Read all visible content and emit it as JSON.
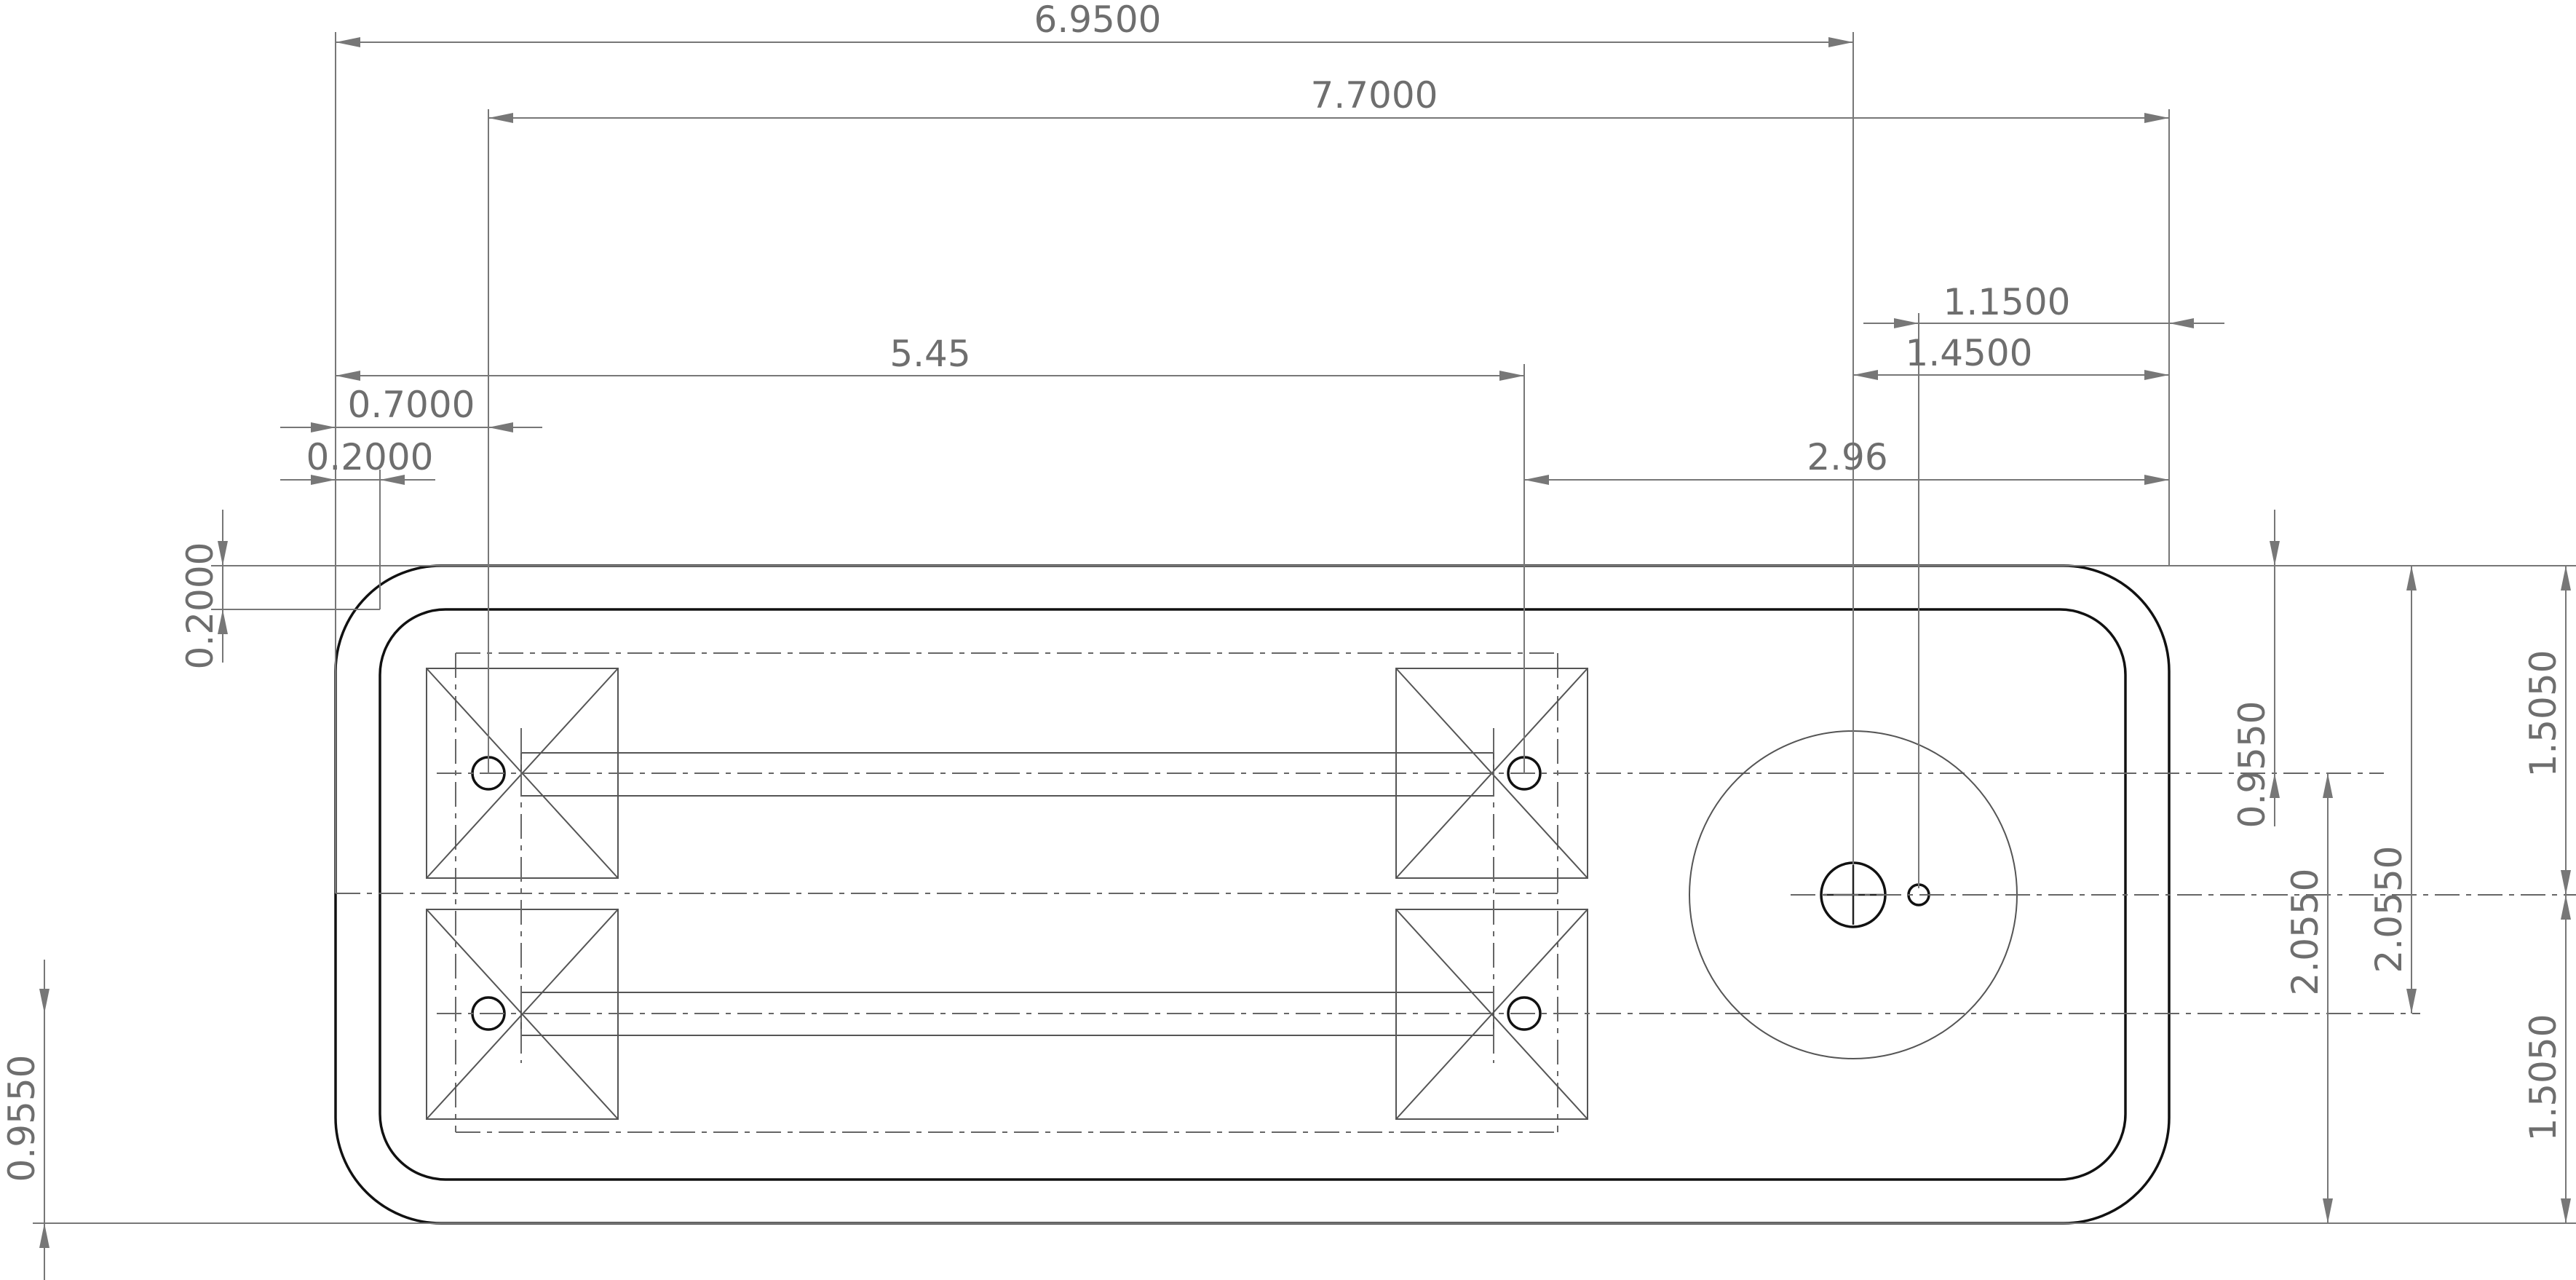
{
  "dimensions": {
    "overall_to_boss": "6.9500",
    "slot_to_edge": "7.7000",
    "boss_to_hole_top": "1.1500",
    "boss_to_edge": "1.4500",
    "left_to_right_slot": "5.45",
    "edge_to_slot": "0.7000",
    "wall_thickness_x": "0.2000",
    "slot_to_edge_right": "2.96",
    "wall_thickness_y": "0.2000",
    "upper_slot_offset": "0.9550",
    "overall_half_height_top": "1.5050",
    "boss_height_a": "2.0550",
    "boss_height_b": "2.0550",
    "overall_half_height_bottom": "1.5050",
    "lower_slot_offset": "0.9550"
  },
  "colors": {
    "outline": "#111111",
    "dimension": "#777777",
    "text": "#6e6e6e"
  }
}
